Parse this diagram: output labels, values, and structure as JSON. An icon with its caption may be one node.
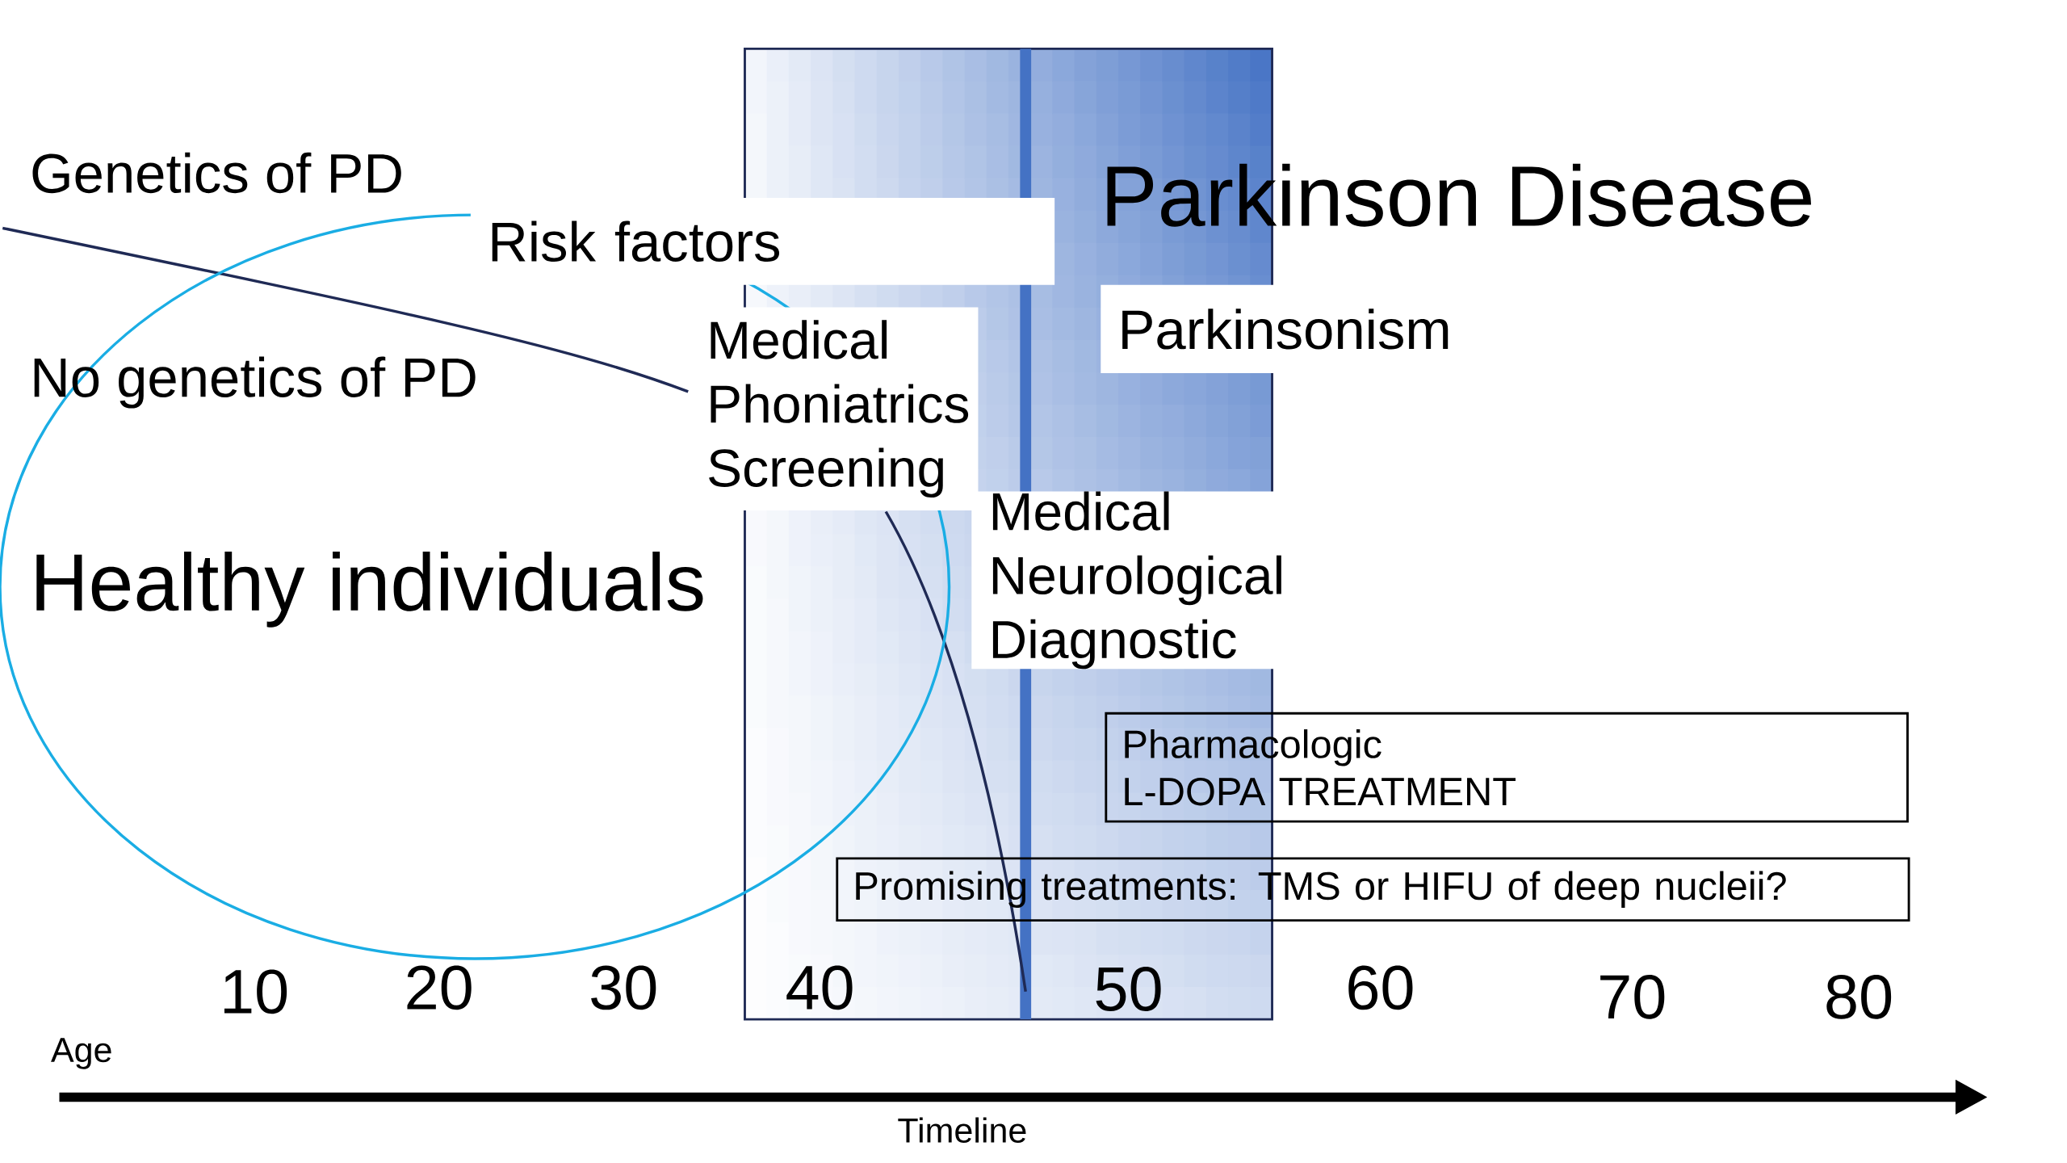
{
  "diagram": {
    "nodes": [
      {
        "text": [
          "Healthy individuals"
        ]
      },
      {
        "text": [
          "Risk factors"
        ]
      },
      {
        "text": [
          "Parkinsonism"
        ]
      },
      {
        "text": [
          "Medical Phoniatrics Screening"
        ]
      },
      {
        "text": [
          "Medical Neurological Diagnostic"
        ]
      },
      {
        "text": [
          "Pharmacologic",
          "L-DOPA TREATMENT"
        ]
      },
      {
        "text": [
          "Promising  treatments: TMS or HIFU of deep nucleii?"
        ]
      }
    ],
    "labels": [
      "Genetics of PD",
      "No genetics of PD",
      "Parkinson Disease",
      "10",
      "20",
      "30",
      "40",
      "50",
      "60",
      "70",
      "80",
      "Age",
      "Timeline"
    ]
  }
}
